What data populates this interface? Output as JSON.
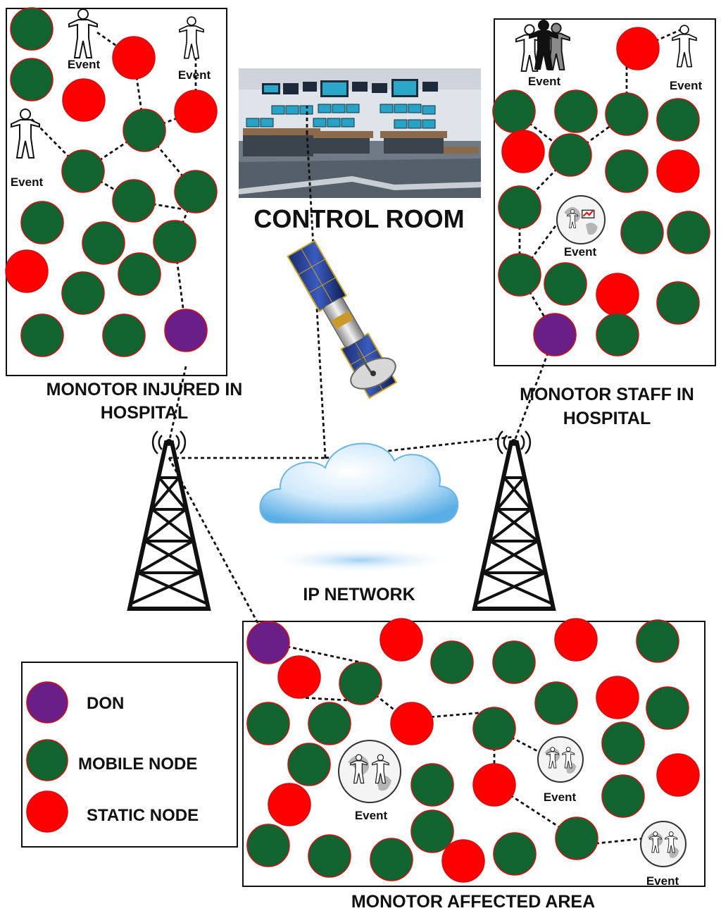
{
  "colors": {
    "don": "#6a1f88",
    "mobile": "#116430",
    "static": "#ff0000",
    "node_stroke": "#d01010",
    "link": "#111111",
    "cloud": "#7ec3ef"
  },
  "labels": {
    "control_room": "CONTROL ROOM",
    "ip_network": "IP NETWORK",
    "injured_line1": "MONOTOR  INJURED IN",
    "injured_line2": "HOSPITAL",
    "staff_line1": "MONOTOR  STAFF IN",
    "staff_line2": "HOSPITAL",
    "affected": "MONOTOR  AFFECTED AREA",
    "event": "Event"
  },
  "legend": [
    {
      "type": "don",
      "label": "DON"
    },
    {
      "type": "mobile",
      "label": "MOBILE NODE"
    },
    {
      "type": "static",
      "label": "STATIC NODE"
    }
  ],
  "icons": {
    "person": "person-icon",
    "group": "people-group-icon",
    "handshake": "handshake-globe-icon",
    "presenter": "presenter-globe-icon",
    "satellite": "satellite-icon",
    "tower": "radio-tower-icon",
    "cloud": "cloud-icon",
    "control_room": "control-room-image"
  }
}
